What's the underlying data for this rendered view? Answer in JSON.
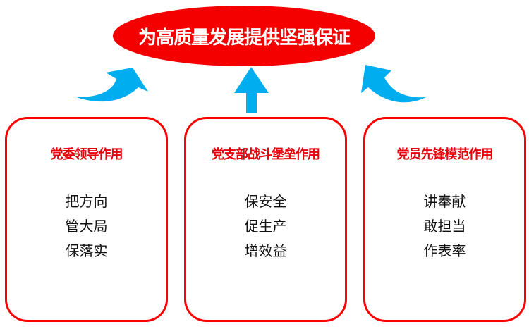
{
  "goal": {
    "label": "为高质量发展提供坚强保证"
  },
  "colors": {
    "red": "#f40000",
    "arrow": "#00aeef"
  },
  "boxes": [
    {
      "title": "党委领导作用",
      "items": [
        "把方向",
        "管大局",
        "保落实"
      ]
    },
    {
      "title": "党支部战斗堡垒作用",
      "items": [
        "保安全",
        "促生产",
        "增效益"
      ]
    },
    {
      "title": "党员先锋模范作用",
      "items": [
        "讲奉献",
        "敢担当",
        "作表率"
      ]
    }
  ]
}
